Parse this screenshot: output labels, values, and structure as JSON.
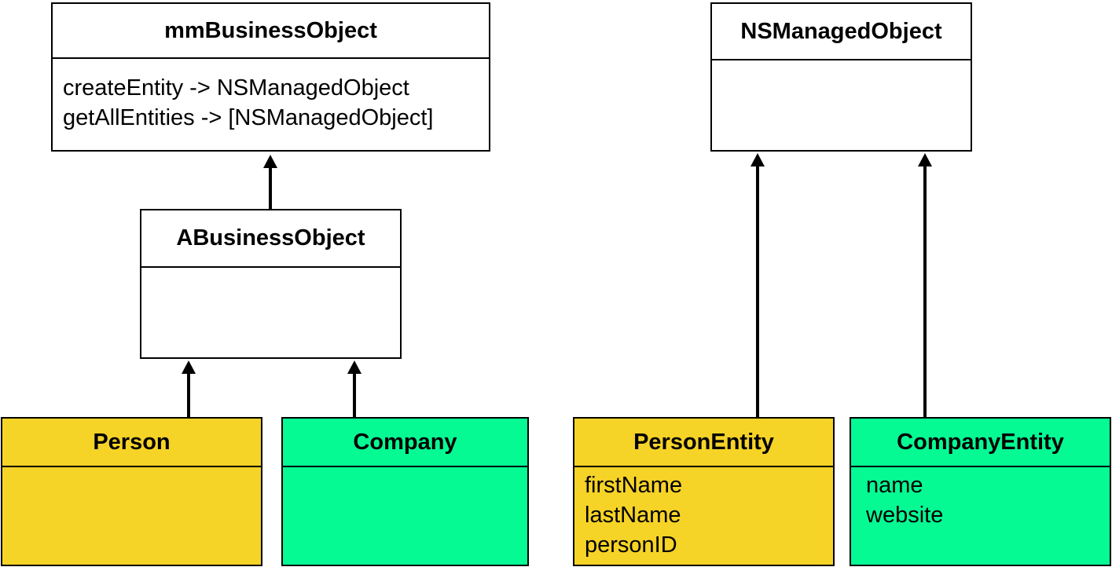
{
  "colors": {
    "person": "#f6d327",
    "company": "#06fa94",
    "plain": "#ffffff",
    "line": "#000000"
  },
  "classes": {
    "mm_business_object": {
      "name": "mmBusinessObject",
      "members": [
        "createEntity -> NSManagedObject",
        "getAllEntities -> [NSManagedObject]"
      ]
    },
    "a_business_object": {
      "name": "ABusinessObject",
      "members": []
    },
    "person": {
      "name": "Person",
      "members": []
    },
    "company": {
      "name": "Company",
      "members": []
    },
    "ns_managed_object": {
      "name": "NSManagedObject",
      "members": []
    },
    "person_entity": {
      "name": "PersonEntity",
      "members": [
        "firstName",
        "lastName",
        "personID"
      ]
    },
    "company_entity": {
      "name": "CompanyEntity",
      "members": [
        "name",
        "website"
      ]
    }
  },
  "relations": [
    {
      "from": "a_business_object",
      "to": "mm_business_object",
      "type": "inheritance"
    },
    {
      "from": "person",
      "to": "a_business_object",
      "type": "inheritance"
    },
    {
      "from": "company",
      "to": "a_business_object",
      "type": "inheritance"
    },
    {
      "from": "person_entity",
      "to": "ns_managed_object",
      "type": "inheritance"
    },
    {
      "from": "company_entity",
      "to": "ns_managed_object",
      "type": "inheritance"
    }
  ]
}
